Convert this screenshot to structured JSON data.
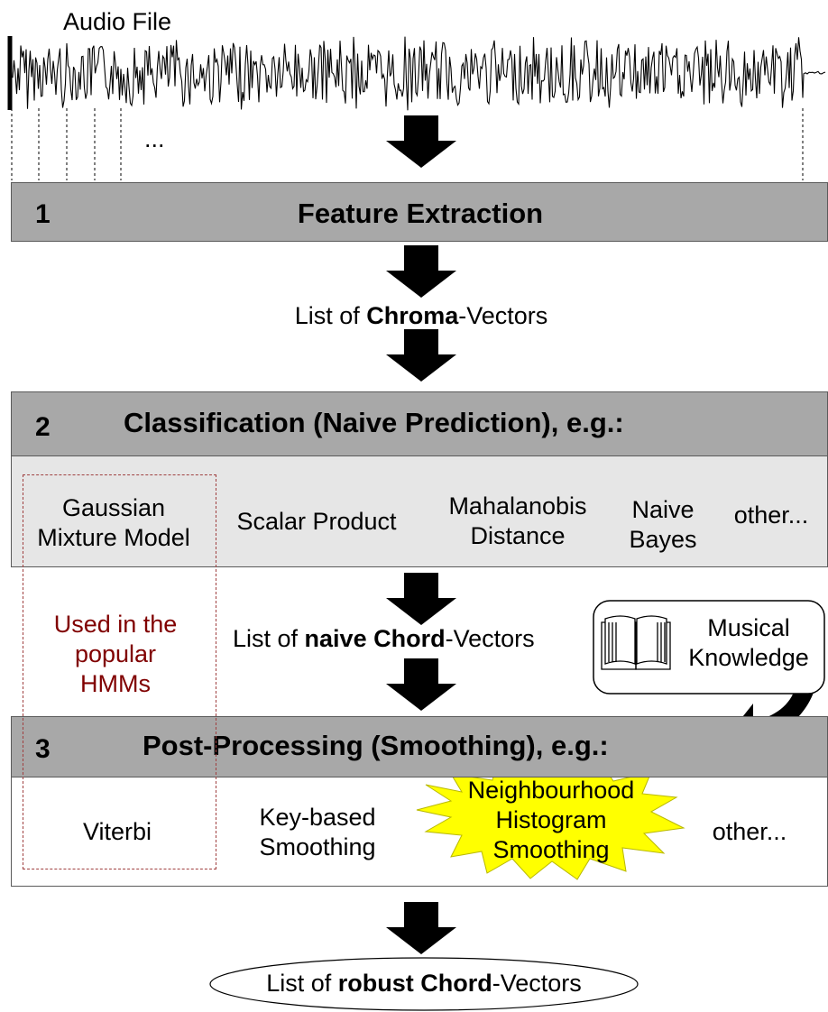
{
  "audio": {
    "label": "Audio File",
    "ellipsis": "..."
  },
  "stage1": {
    "number": "1",
    "title": "Feature Extraction"
  },
  "output1": {
    "prefix": "List of ",
    "bold": "Chroma",
    "suffix": "-Vectors"
  },
  "stage2": {
    "number": "2",
    "title": "Classification (Naive Prediction), e.g.:",
    "methods": [
      {
        "line1": "Gaussian",
        "line2": "Mixture Model"
      },
      {
        "line1": "Scalar Product",
        "line2": ""
      },
      {
        "line1": "Mahalanobis",
        "line2": "Distance"
      },
      {
        "line1": "Naive",
        "line2": "Bayes"
      },
      {
        "line1": "other...",
        "line2": ""
      }
    ]
  },
  "hmm_note": {
    "line1": "Used in the",
    "line2": "popular",
    "line3": "HMMs",
    "color": "#800000"
  },
  "output2": {
    "prefix": "List of ",
    "bold": "naive Chord",
    "suffix": "-Vectors"
  },
  "knowledge": {
    "line1": "Musical",
    "line2": "Knowledge",
    "icon": "book-icon"
  },
  "stage3": {
    "number": "3",
    "title": "Post-Processing (Smoothing), e.g.:",
    "methods": [
      {
        "line1": "Viterbi",
        "line2": "",
        "line3": ""
      },
      {
        "line1": "Key-based",
        "line2": "Smoothing",
        "line3": ""
      },
      {
        "line1": "Neighbourhood",
        "line2": "Histogram",
        "line3": "Smoothing"
      },
      {
        "line1": "other...",
        "line2": "",
        "line3": ""
      }
    ]
  },
  "output3": {
    "prefix": "List of ",
    "bold": "robust Chord",
    "suffix": "-Vectors"
  },
  "colors": {
    "header": "#a8a8a8",
    "body": "#e6e6e6",
    "highlight": "#ffff00",
    "note": "#800000"
  }
}
